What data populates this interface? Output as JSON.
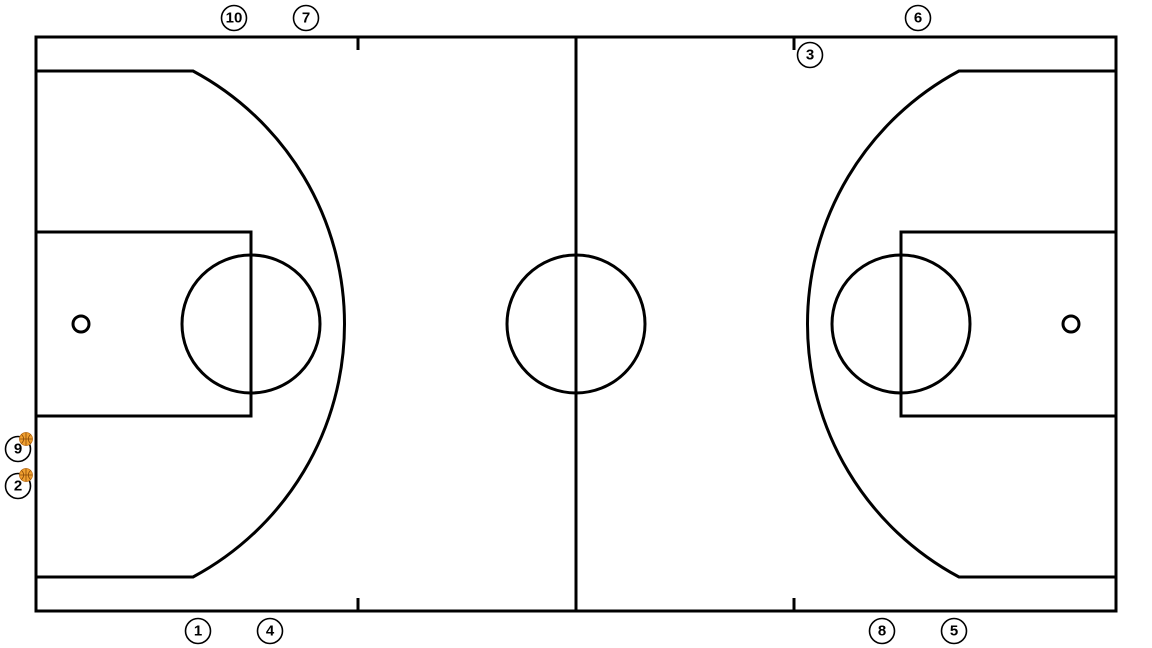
{
  "court": {
    "line_color": "#000000",
    "background_color": "#ffffff"
  },
  "ball_color": "#f0a030",
  "players": [
    {
      "id": "p10",
      "number": "10",
      "has_ball": false
    },
    {
      "id": "p7",
      "number": "7",
      "has_ball": false
    },
    {
      "id": "p6",
      "number": "6",
      "has_ball": false
    },
    {
      "id": "p3",
      "number": "3",
      "has_ball": false
    },
    {
      "id": "p9",
      "number": "9",
      "has_ball": true
    },
    {
      "id": "p2",
      "number": "2",
      "has_ball": true
    },
    {
      "id": "p1",
      "number": "1",
      "has_ball": false
    },
    {
      "id": "p4",
      "number": "4",
      "has_ball": false
    },
    {
      "id": "p8",
      "number": "8",
      "has_ball": false
    },
    {
      "id": "p5",
      "number": "5",
      "has_ball": false
    }
  ]
}
